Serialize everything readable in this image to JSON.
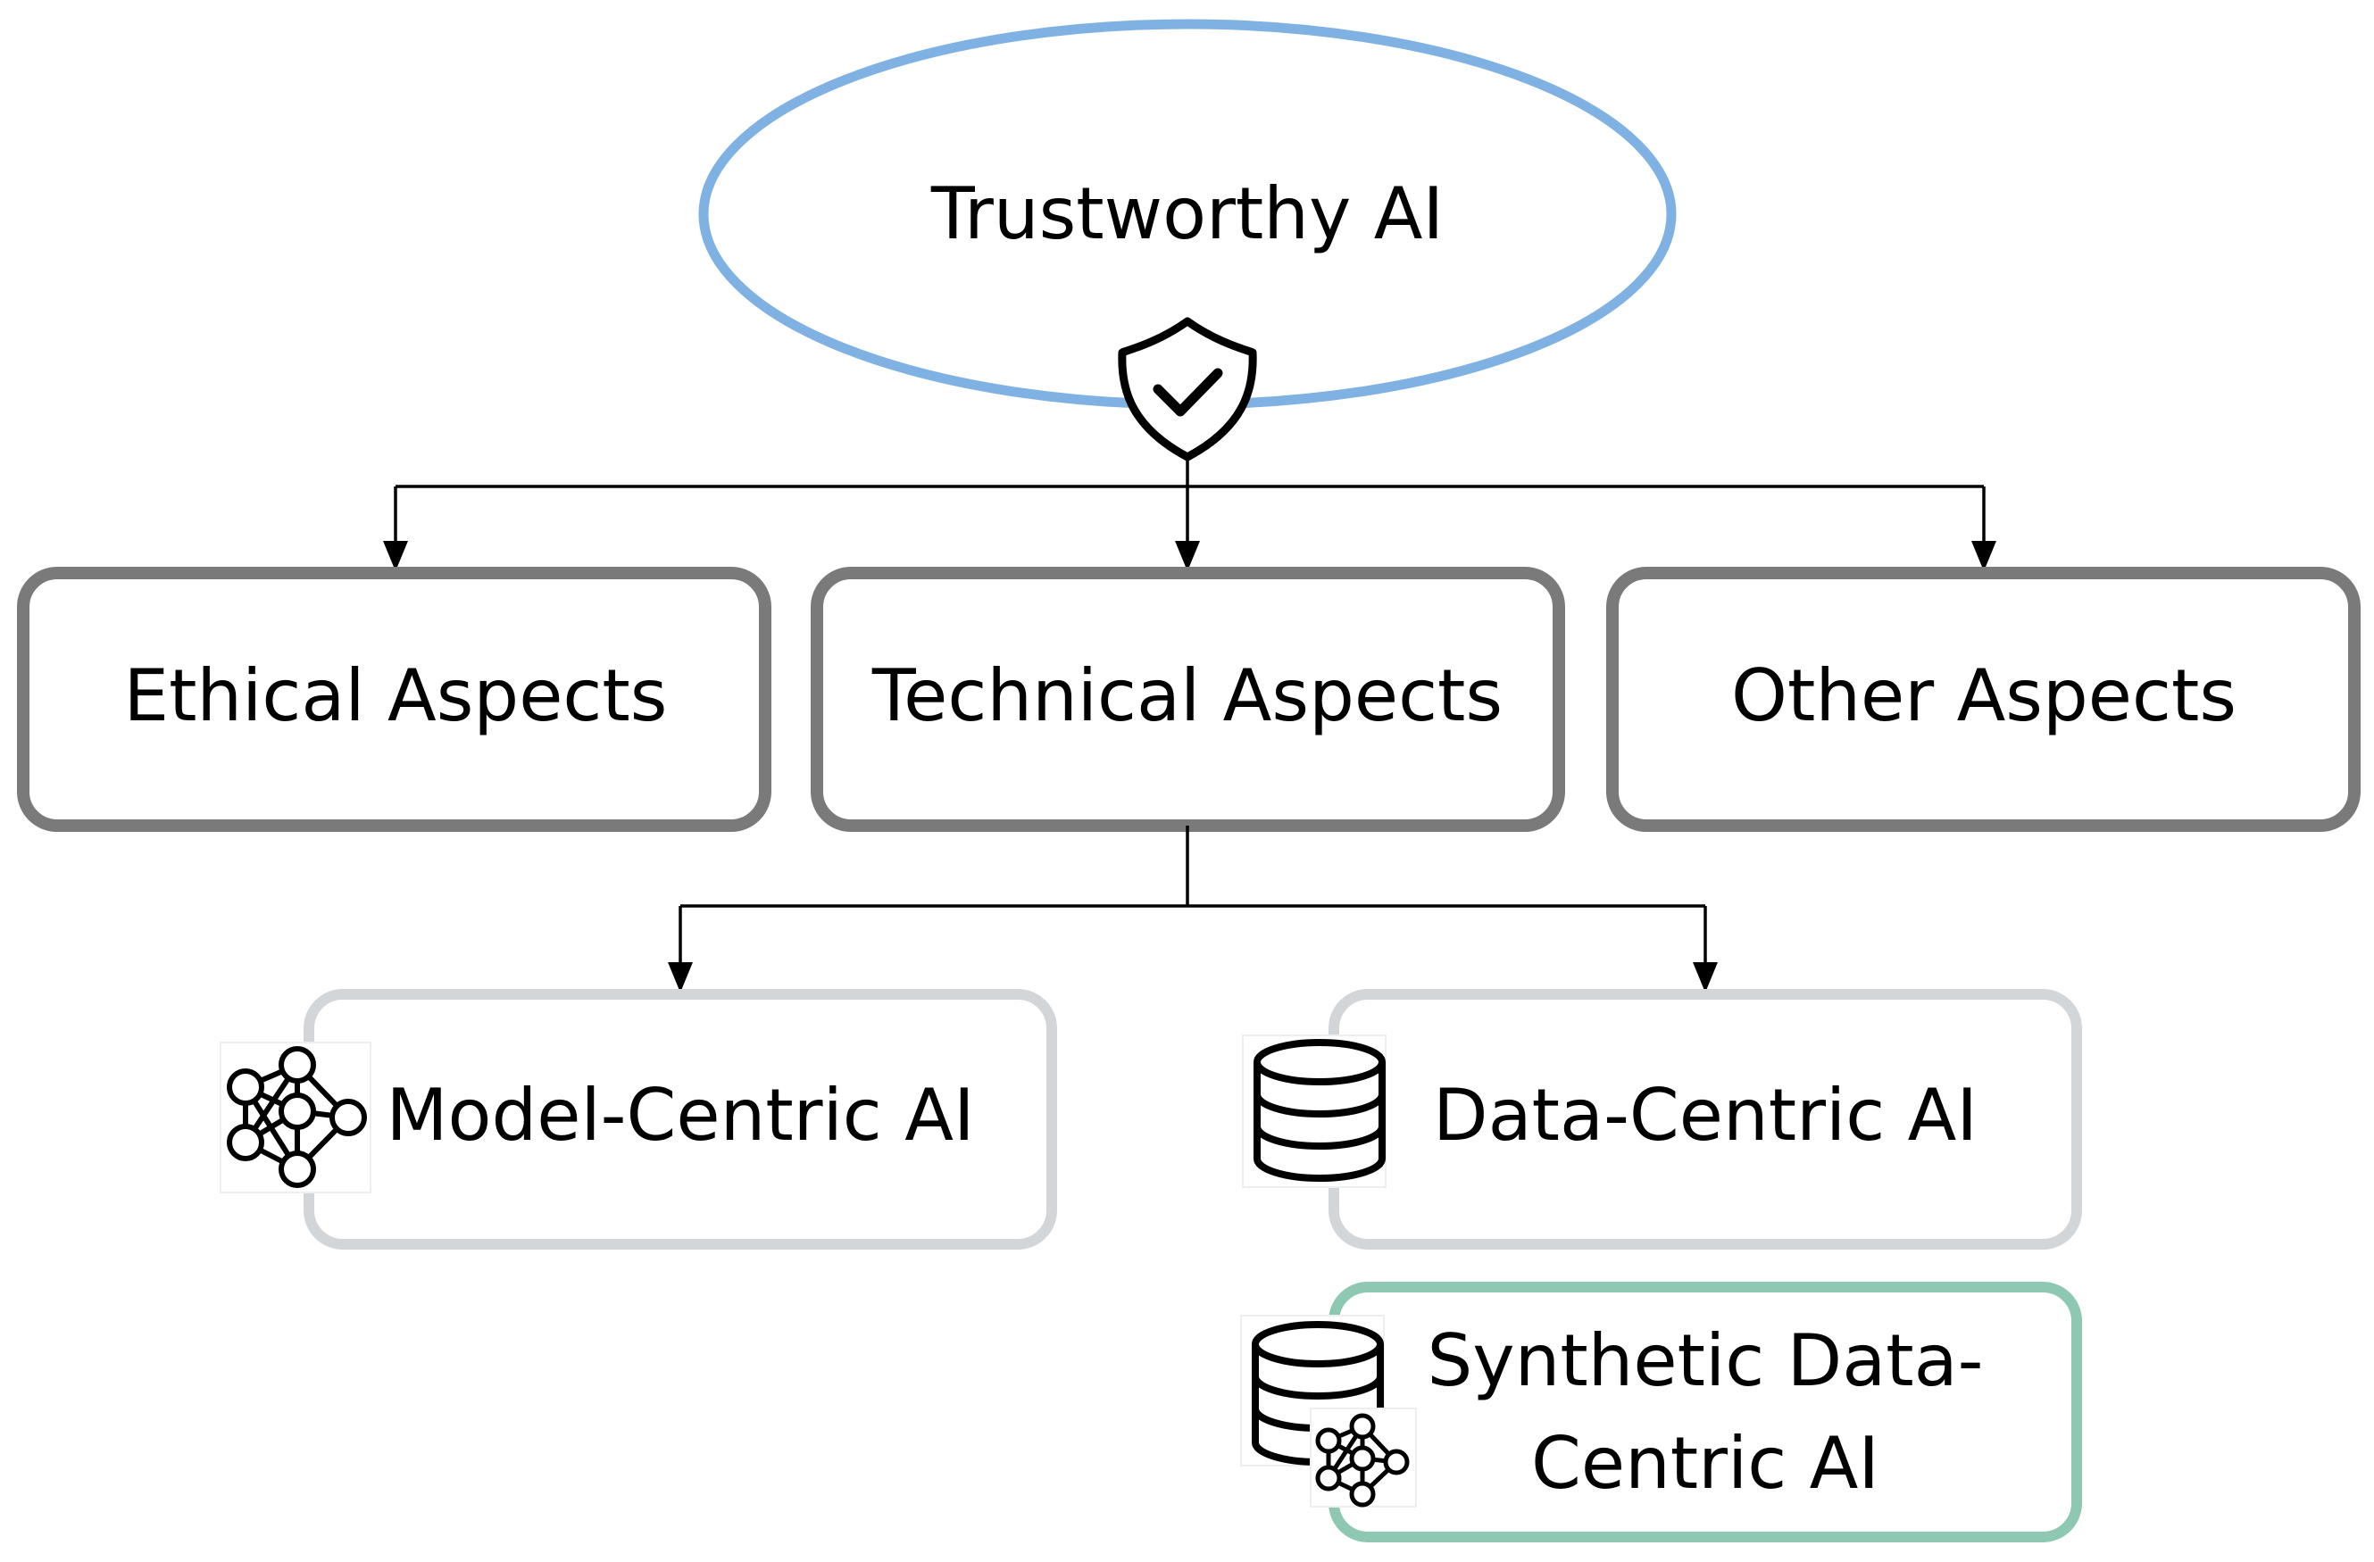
{
  "root": {
    "label": "Trustworthy AI",
    "outline_color": "#7fb2e3",
    "icon": "shield-check-icon"
  },
  "aspects": [
    {
      "label": "Ethical Aspects",
      "border_color": "#7a7a7a"
    },
    {
      "label": "Technical Aspects",
      "border_color": "#7a7a7a"
    },
    {
      "label": "Other Aspects",
      "border_color": "#7a7a7a"
    }
  ],
  "technical_children": {
    "model_centric": {
      "label": "Model-Centric AI",
      "border_color": "#d3d6d9",
      "icon": "neural-network-icon"
    },
    "data_centric": {
      "label": "Data-Centric AI",
      "border_color": "#d3d6d9",
      "icon": "database-icon"
    },
    "synthetic_data_centric": {
      "label_lines": [
        "Synthetic Data-",
        "Centric AI"
      ],
      "border_color": "#8fc8b2",
      "icon": "database-neural-network-icon"
    }
  }
}
